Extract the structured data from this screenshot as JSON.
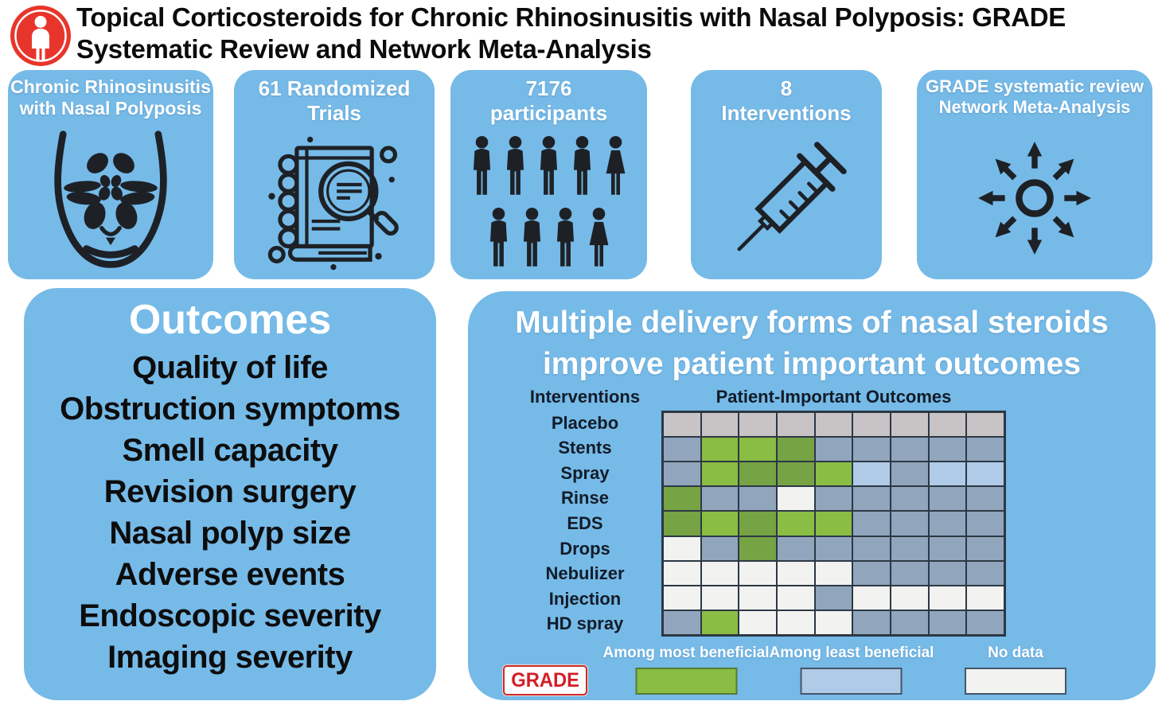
{
  "header": {
    "title_line1": "Topical Corticosteroids for Chronic Rhinosinusitis with Nasal Polyposis: GRADE",
    "title_line2": "Systematic Review and Network Meta-Analysis"
  },
  "top_boxes": [
    {
      "lines": [
        "Chronic Rhinosinusitis",
        "with Nasal Polyposis"
      ],
      "icon": "sinus-face-icon"
    },
    {
      "lines": [
        "61 Randomized",
        "Trials"
      ],
      "icon": "literature-search-icon"
    },
    {
      "lines": [
        "7176",
        "participants"
      ],
      "icon": "participants-icon"
    },
    {
      "lines": [
        "8",
        "Interventions"
      ],
      "icon": "syringe-icon"
    },
    {
      "lines": [
        "GRADE systematic review",
        "Network Meta-Analysis"
      ],
      "icon": "network-meta-analysis-icon"
    }
  ],
  "outcomes_panel": {
    "title": "Outcomes",
    "items": [
      "Quality of life",
      "Obstruction symptoms",
      "Smell capacity",
      "Revision surgery",
      "Nasal polyp size",
      "Adverse events",
      "Endoscopic severity",
      "Imaging severity"
    ]
  },
  "results_panel": {
    "title_line1": "Multiple delivery forms of nasal steroids",
    "title_line2": "improve patient important outcomes",
    "col_header_left": "Interventions",
    "col_header_right": "Patient-Important Outcomes",
    "grade_logo_text": "GRADE",
    "legend": [
      {
        "label": "Among most beneficial",
        "color_key": "green"
      },
      {
        "label": "Among least beneficial",
        "color_key": "light_blue"
      },
      {
        "label": "No data",
        "color_key": "no_data_white"
      }
    ]
  },
  "matrix": {
    "color_map": {
      "G": "green",
      "D": "green_dark",
      "L": "light_blue",
      "N": "no_data_white",
      "S": "slate",
      "P": "placebo_gray"
    },
    "rows": [
      {
        "label": "Placebo",
        "cells": [
          "P",
          "P",
          "P",
          "P",
          "P",
          "P",
          "P",
          "P",
          "P"
        ]
      },
      {
        "label": "Stents",
        "cells": [
          "S",
          "G",
          "G",
          "D",
          "S",
          "S",
          "S",
          "S",
          "S"
        ]
      },
      {
        "label": "Spray",
        "cells": [
          "S",
          "G",
          "D",
          "D",
          "G",
          "L",
          "S",
          "L",
          "L"
        ]
      },
      {
        "label": "Rinse",
        "cells": [
          "D",
          "S",
          "S",
          "N",
          "S",
          "S",
          "S",
          "S",
          "S"
        ]
      },
      {
        "label": "EDS",
        "cells": [
          "D",
          "G",
          "D",
          "G",
          "G",
          "S",
          "S",
          "S",
          "S"
        ]
      },
      {
        "label": "Drops",
        "cells": [
          "N",
          "S",
          "D",
          "S",
          "S",
          "S",
          "S",
          "S",
          "S"
        ]
      },
      {
        "label": "Nebulizer",
        "cells": [
          "N",
          "N",
          "N",
          "N",
          "N",
          "S",
          "S",
          "S",
          "S"
        ]
      },
      {
        "label": "Injection",
        "cells": [
          "N",
          "N",
          "N",
          "N",
          "S",
          "N",
          "N",
          "N",
          "N"
        ]
      },
      {
        "label": "HD spray",
        "cells": [
          "S",
          "G",
          "N",
          "N",
          "N",
          "S",
          "S",
          "S",
          "S"
        ]
      }
    ]
  },
  "colors": {
    "accent_blue": "#76bae8",
    "green": "#8abd43",
    "green_dark": "#76a344",
    "light_blue": "#b0cbe7",
    "no_data_white": "#f2f2f0",
    "slate": "#91a6bd",
    "placebo_gray": "#c8c4c6",
    "grid_line": "#2c3845",
    "grade_red": "#d11f26",
    "header_icon_red": "#e8352b",
    "swatch_border_green": "#567a33",
    "swatch_border_blue": "#45566a"
  },
  "chart_data": {
    "type": "heatmap",
    "title": "Multiple delivery forms of nasal steroids improve patient important outcomes",
    "row_header": "Interventions",
    "column_header": "Patient-Important Outcomes",
    "rows": [
      "Placebo",
      "Stents",
      "Spray",
      "Rinse",
      "EDS",
      "Drops",
      "Nebulizer",
      "Injection",
      "HD spray"
    ],
    "num_columns": 9,
    "columns_individually_labeled": false,
    "cell_codes": [
      [
        "P",
        "P",
        "P",
        "P",
        "P",
        "P",
        "P",
        "P",
        "P"
      ],
      [
        "S",
        "G",
        "G",
        "G",
        "S",
        "S",
        "S",
        "S",
        "S"
      ],
      [
        "S",
        "G",
        "G",
        "G",
        "G",
        "L",
        "S",
        "L",
        "L"
      ],
      [
        "G",
        "S",
        "S",
        "N",
        "S",
        "S",
        "S",
        "S",
        "S"
      ],
      [
        "G",
        "G",
        "G",
        "G",
        "G",
        "S",
        "S",
        "S",
        "S"
      ],
      [
        "N",
        "S",
        "G",
        "S",
        "S",
        "S",
        "S",
        "S",
        "S"
      ],
      [
        "N",
        "N",
        "N",
        "N",
        "N",
        "S",
        "S",
        "S",
        "S"
      ],
      [
        "N",
        "N",
        "N",
        "N",
        "S",
        "N",
        "N",
        "N",
        "N"
      ],
      [
        "S",
        "G",
        "N",
        "N",
        "N",
        "S",
        "S",
        "S",
        "S"
      ]
    ],
    "code_meanings": {
      "G": "among most beneficial",
      "L": "among least beneficial",
      "N": "no data",
      "S": "neither most nor least beneficial",
      "P": "placebo reference row"
    },
    "legend_position": "bottom"
  }
}
